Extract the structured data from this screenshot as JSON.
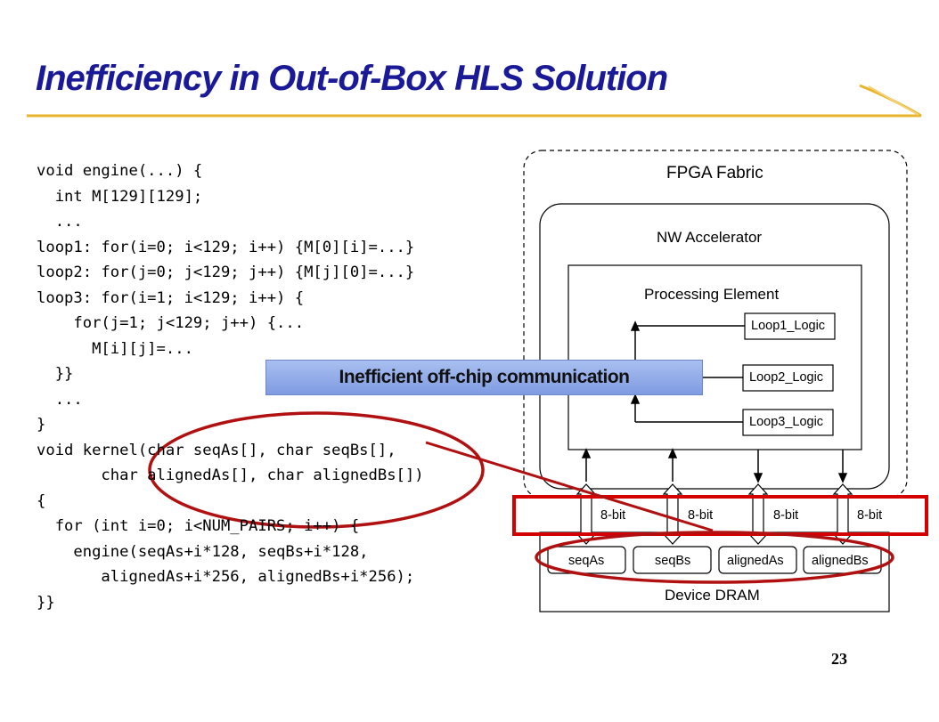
{
  "slide": {
    "title": "Inefficiency in Out-of-Box HLS Solution",
    "page_number": "23"
  },
  "code": {
    "lines": [
      "void engine(...) {",
      "  int M[129][129];",
      "  ...",
      "loop1: for(i=0; i<129; i++) {M[0][i]=...}",
      "loop2: for(j=0; j<129; j++) {M[j][0]=...}",
      "loop3: for(i=1; i<129; i++) {",
      "    for(j=1; j<129; j++) {...",
      "      M[i][j]=...",
      "  }}",
      "  ...",
      "}",
      "void kernel(char seqAs[], char seqBs[],",
      "       char alignedAs[], char alignedBs[])",
      "{",
      "  for (int i=0; i<NUM_PAIRS; i++) {",
      "    engine(seqAs+i*128, seqBs+i*128,",
      "       alignedAs+i*256, alignedBs+i*256);",
      "}}"
    ]
  },
  "diagram": {
    "fpga_fabric": "FPGA Fabric",
    "nw_accelerator": "NW Accelerator",
    "processing_element": "Processing Element",
    "loops": [
      "Loop1_Logic",
      "Loop2_Logic",
      "Loop3_Logic"
    ],
    "bus_labels": [
      "8-bit",
      "8-bit",
      "8-bit",
      "8-bit"
    ],
    "buffers": [
      "seqAs",
      "seqBs",
      "alignedAs",
      "alignedBs"
    ],
    "dram": "Device DRAM",
    "callout": "Inefficient off-chip communication"
  },
  "colors": {
    "title": "#1a1a99",
    "title_rule": "#e8b52a",
    "highlight": "#c00000",
    "callout_fill": "#8fa9e8"
  }
}
